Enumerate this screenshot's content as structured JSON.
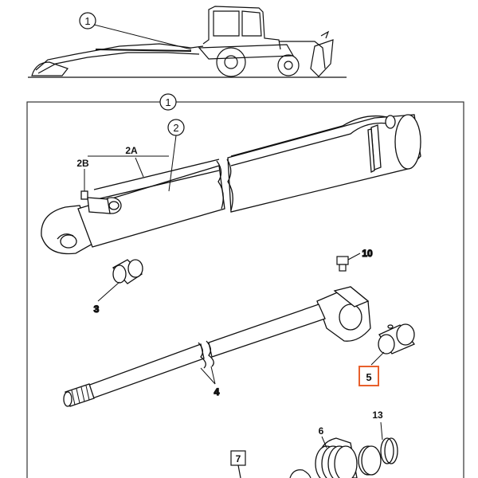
{
  "callouts": {
    "top": "1",
    "frame": "1",
    "c2": "2",
    "c2a": "2A",
    "c2b": "2B",
    "c3": "3",
    "c4": "4",
    "c5": "5",
    "c6": "6",
    "c7": "7",
    "c10": "10",
    "c13": "13"
  },
  "colors": {
    "line": "#111111",
    "highlight": "#e8602c",
    "frame": "#333333"
  }
}
